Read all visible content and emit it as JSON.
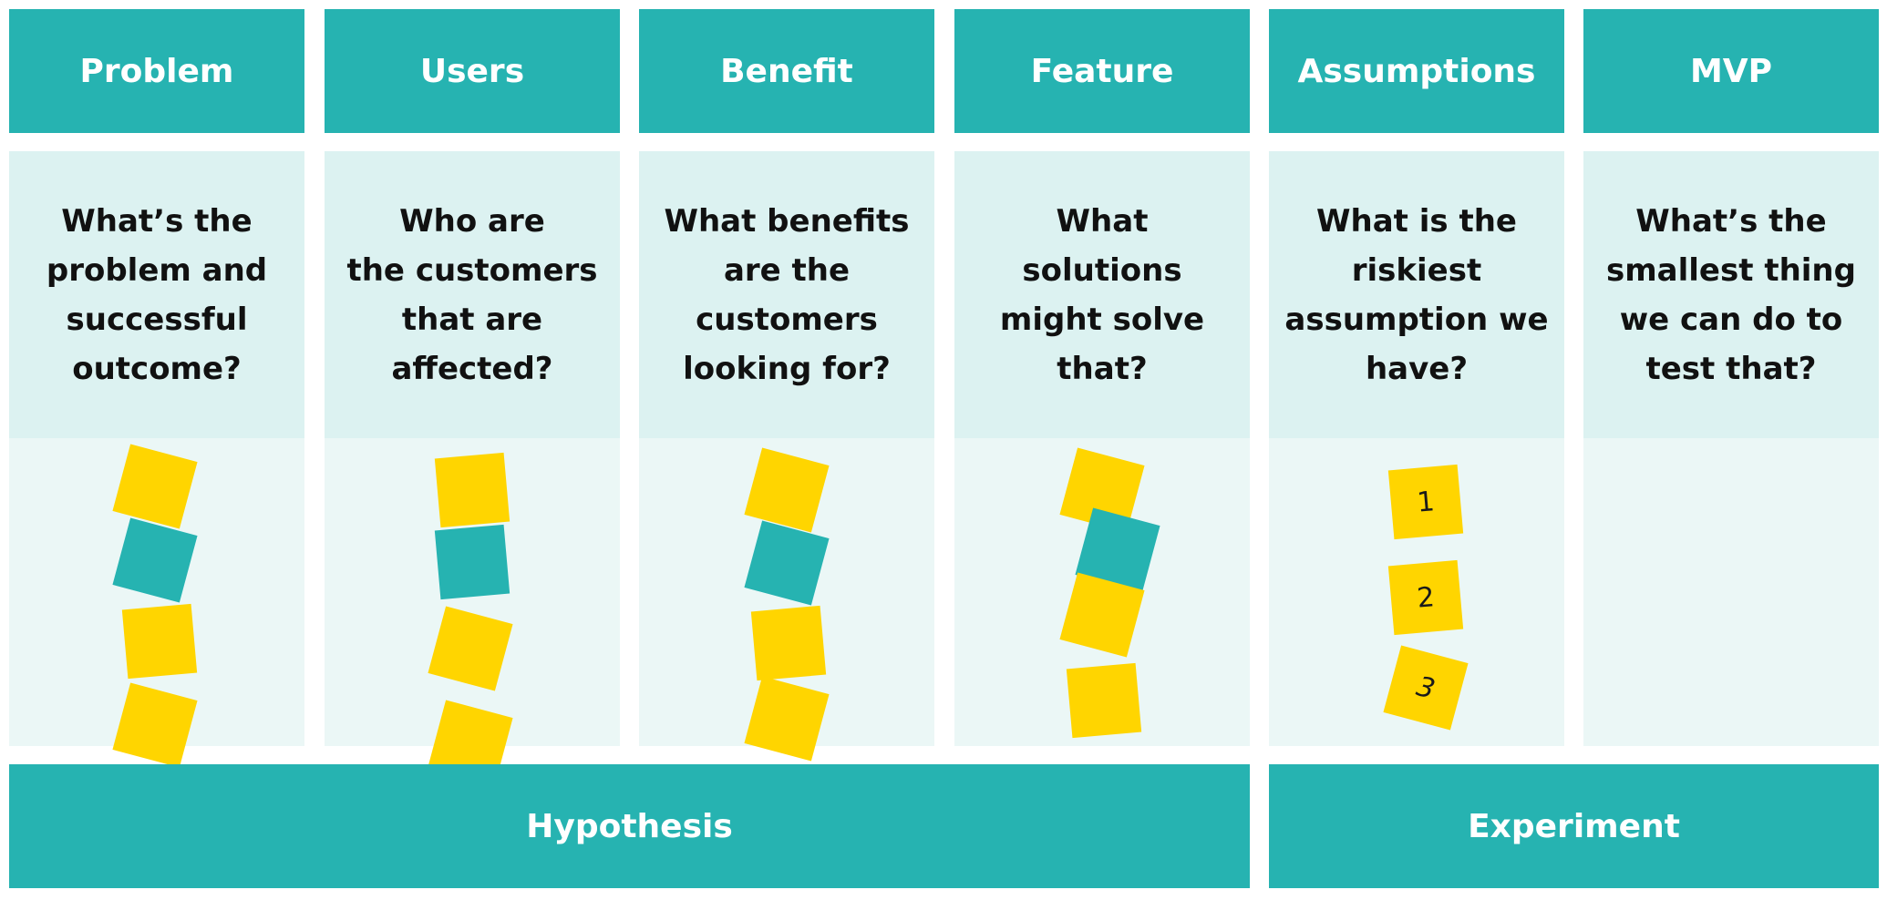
{
  "columns": [
    {
      "header": "Problem",
      "question": "What’s the\nproblem and\nsuccessful\noutcome?"
    },
    {
      "header": "Users",
      "question": "Who are\nthe customers\nthat are\naffected?"
    },
    {
      "header": "Benefit",
      "question": "What benefits\nare the\ncustomers\nlooking for?"
    },
    {
      "header": "Feature",
      "question": "What\nsolutions\nmight solve\nthat?"
    },
    {
      "header": "Assumptions",
      "question": "What is the\nriskiest\nassumption we\nhave?"
    },
    {
      "header": "MVP",
      "question": "What’s the\nsmallest thing\nwe can do to\ntest that?"
    }
  ],
  "numbered_notes": [
    "1",
    "2",
    "3"
  ],
  "footer": {
    "hypothesis": "Hypothesis",
    "experiment": "Experiment"
  },
  "colors": {
    "teal": "#26b3b1",
    "yellow": "#ffd500",
    "question_bg": "#dcf2f1",
    "notes_bg": "#ebf7f6"
  }
}
